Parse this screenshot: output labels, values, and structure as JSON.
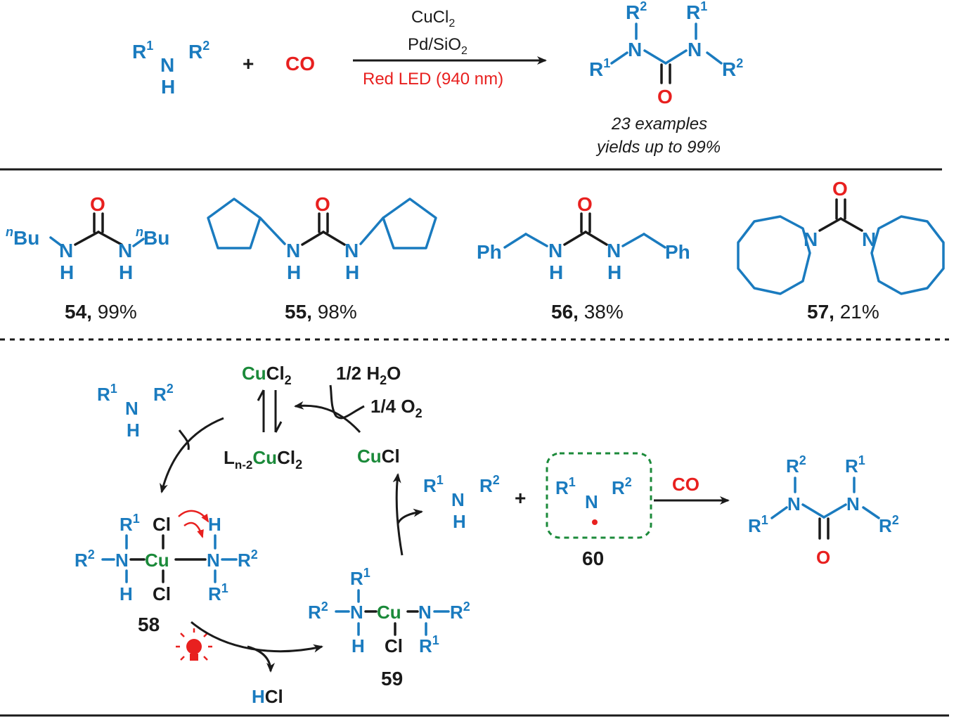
{
  "top_reaction": {
    "conditions": {
      "reagent": "CuCl",
      "reagent_sub": "2",
      "support": "Pd/SiO",
      "support_sub": "2",
      "light": "Red LED (940 nm)"
    },
    "plus": "+",
    "co": "CO",
    "scope_count": "23 examples",
    "scope_yield": "yields up to 99%"
  },
  "atoms": {
    "N": "N",
    "H": "H",
    "O": "O",
    "R": "R",
    "one": "1",
    "two": "2",
    "n": "n",
    "Bu": "Bu",
    "Ph": "Ph",
    "Cu": "Cu",
    "Cl": "Cl",
    "HCl_H": "H",
    "HCl_Cl": "Cl"
  },
  "products": [
    {
      "id": "54,",
      "yield": " 99%"
    },
    {
      "id": "55,",
      "yield": " 98%"
    },
    {
      "id": "56,",
      "yield": " 38%"
    },
    {
      "id": "57,",
      "yield": " 21%"
    }
  ],
  "mechanism": {
    "cucl2_cu": "Cu",
    "cucl2_cl": "Cl",
    "cucl2_sub": "2",
    "ln_L": "L",
    "ln_sub": "n-2",
    "ln_cu": "Cu",
    "ln_cl": "Cl",
    "ln_cl_sub": "2",
    "cucl_cu": "Cu",
    "cucl_cl": "Cl",
    "water_a": "1/2 H",
    "water_sub": "2",
    "water_b": "O",
    "oxygen_a": "1/4 O",
    "oxygen_sub": "2",
    "byproduct_h": "H",
    "byproduct_cl": "Cl",
    "label_58": "58",
    "label_59": "59",
    "label_60": "60",
    "co": "CO",
    "plus": "+"
  },
  "colors": {
    "blue": "#1a7bbf",
    "red": "#e8201f",
    "green": "#1b8a3a",
    "black": "#1a1a1a"
  }
}
